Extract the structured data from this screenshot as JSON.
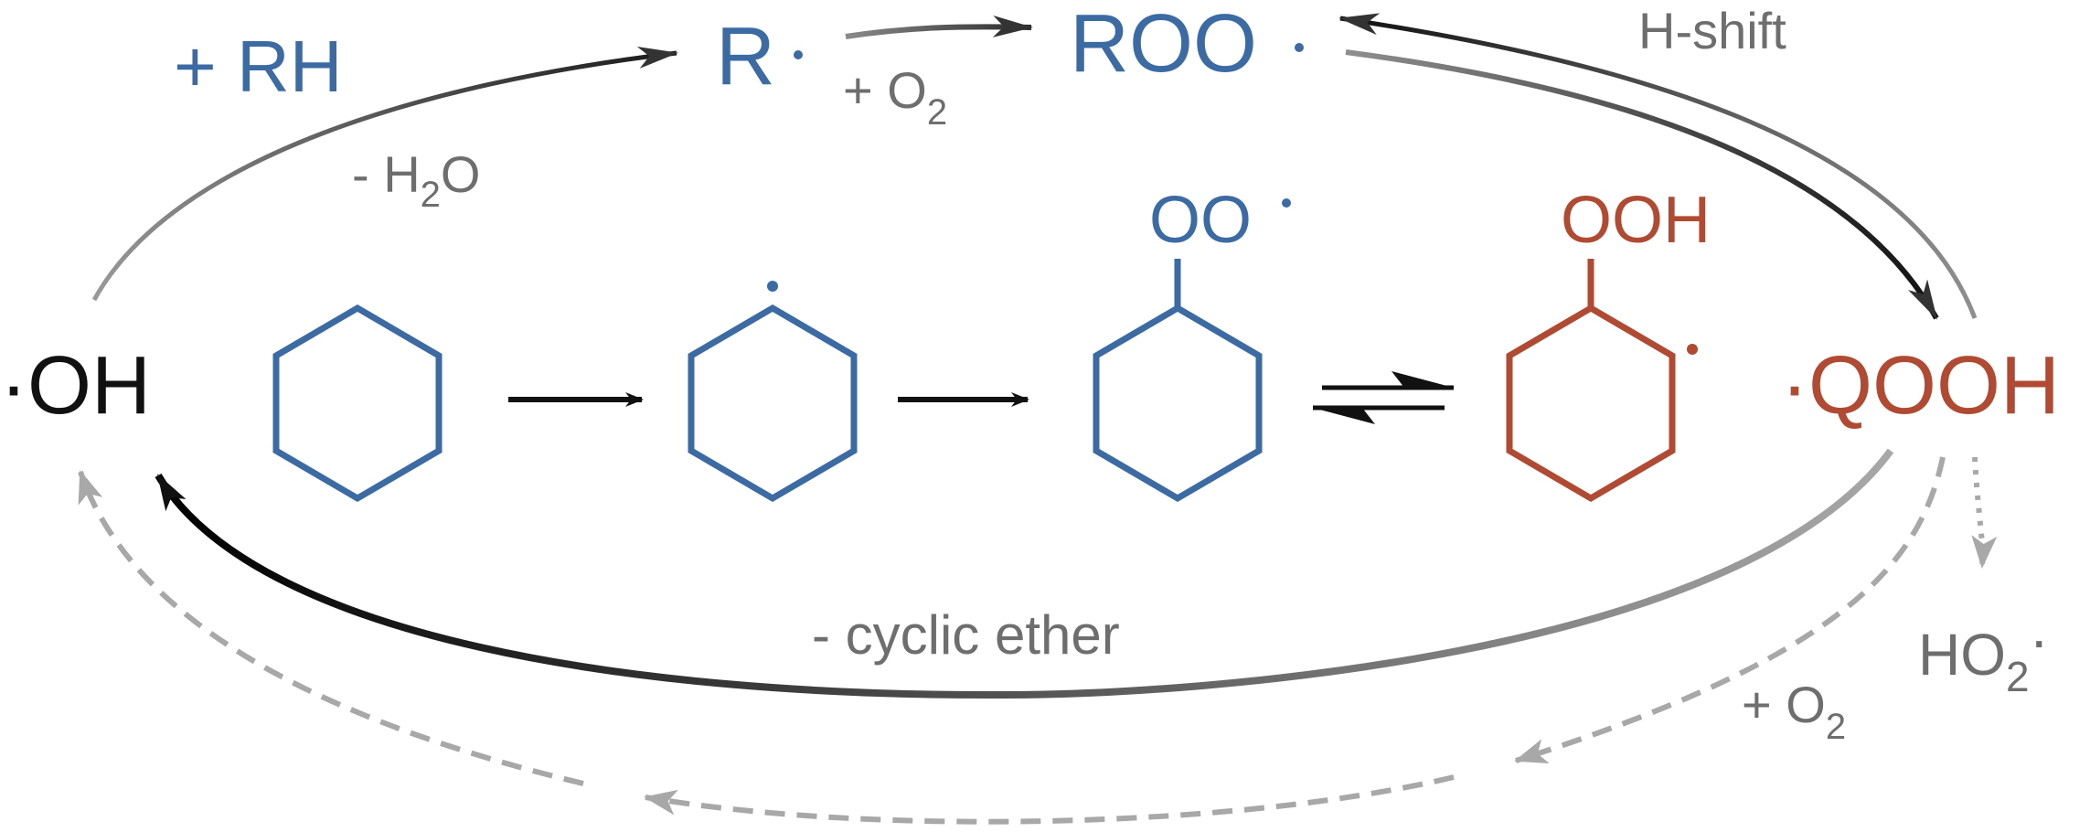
{
  "colors": {
    "blue": "#3c6aa3",
    "red": "#b04a33",
    "gray": "#6e6e6e",
    "lightgray": "#a8a8a8",
    "black": "#111111"
  },
  "species": {
    "oh": "·OH",
    "r": "R",
    "roo": "ROO",
    "qooh": "·QOOH",
    "oo": "OO",
    "ooh": "OOH",
    "ho2": "HO",
    "ho2_sub": "2",
    "ho2_dot": "·"
  },
  "labels": {
    "plus_rh": "+ RH",
    "minus_h2o_prefix": "- H",
    "minus_h2o_sub": "2",
    "minus_h2o_suffix": "O",
    "plus_o2_top": "+ O",
    "plus_o2_top_sub": "2",
    "h_shift": "H-shift",
    "cyclic_ether": "- cyclic ether",
    "plus_o2_bottom": "+ O",
    "plus_o2_bottom_sub": "2"
  }
}
